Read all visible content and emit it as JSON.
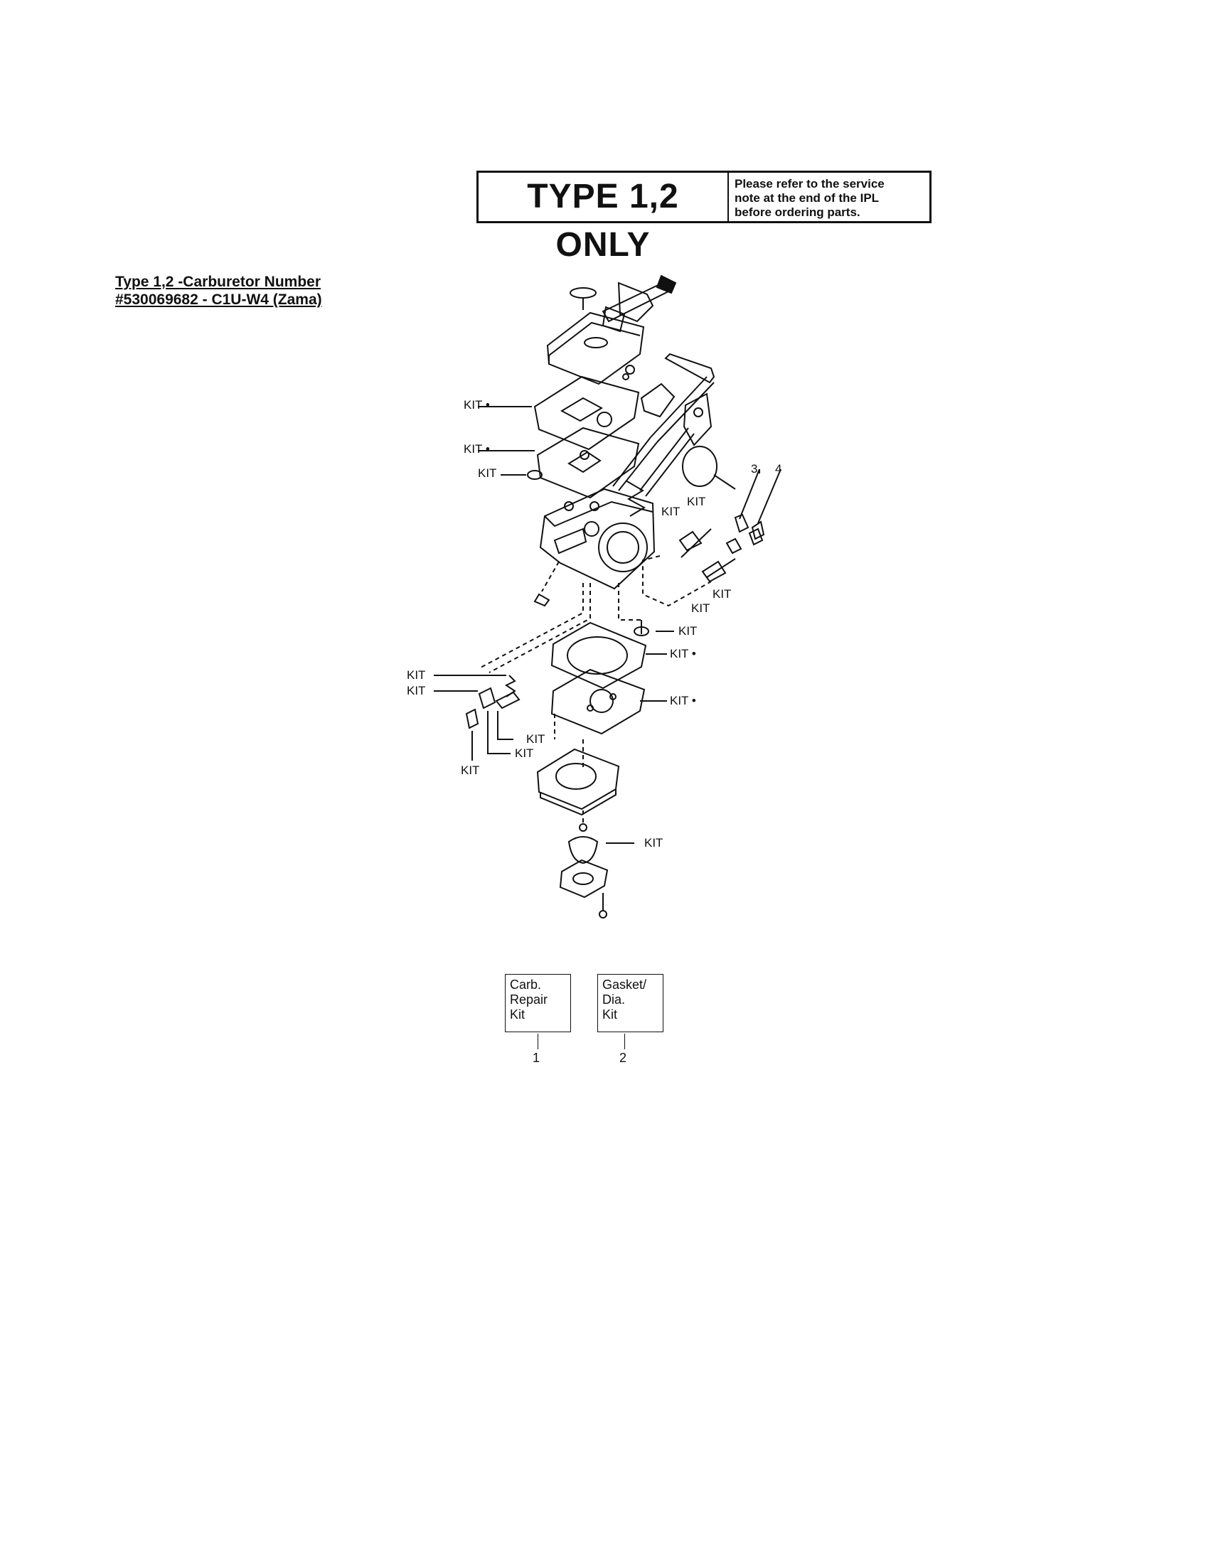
{
  "header": {
    "type_label": "TYPE 1,2 ONLY",
    "service_note": [
      "Please refer to the service",
      "note at the end of the IPL",
      "before ordering parts."
    ]
  },
  "carburetor": {
    "title_line1": "Type 1,2 -Carburetor Number",
    "title_line2": "#530069682 - C1U-W4 (Zama)"
  },
  "callouts": {
    "kit": "KIT",
    "kit_dot": "KIT •",
    "num3": "3",
    "num4": "4"
  },
  "legend": {
    "box1": {
      "lines": [
        "Carb.",
        "Repair",
        "Kit"
      ],
      "number": "1"
    },
    "box2": {
      "lines": [
        "Gasket/",
        "Dia.",
        "Kit"
      ],
      "number": "2"
    }
  }
}
